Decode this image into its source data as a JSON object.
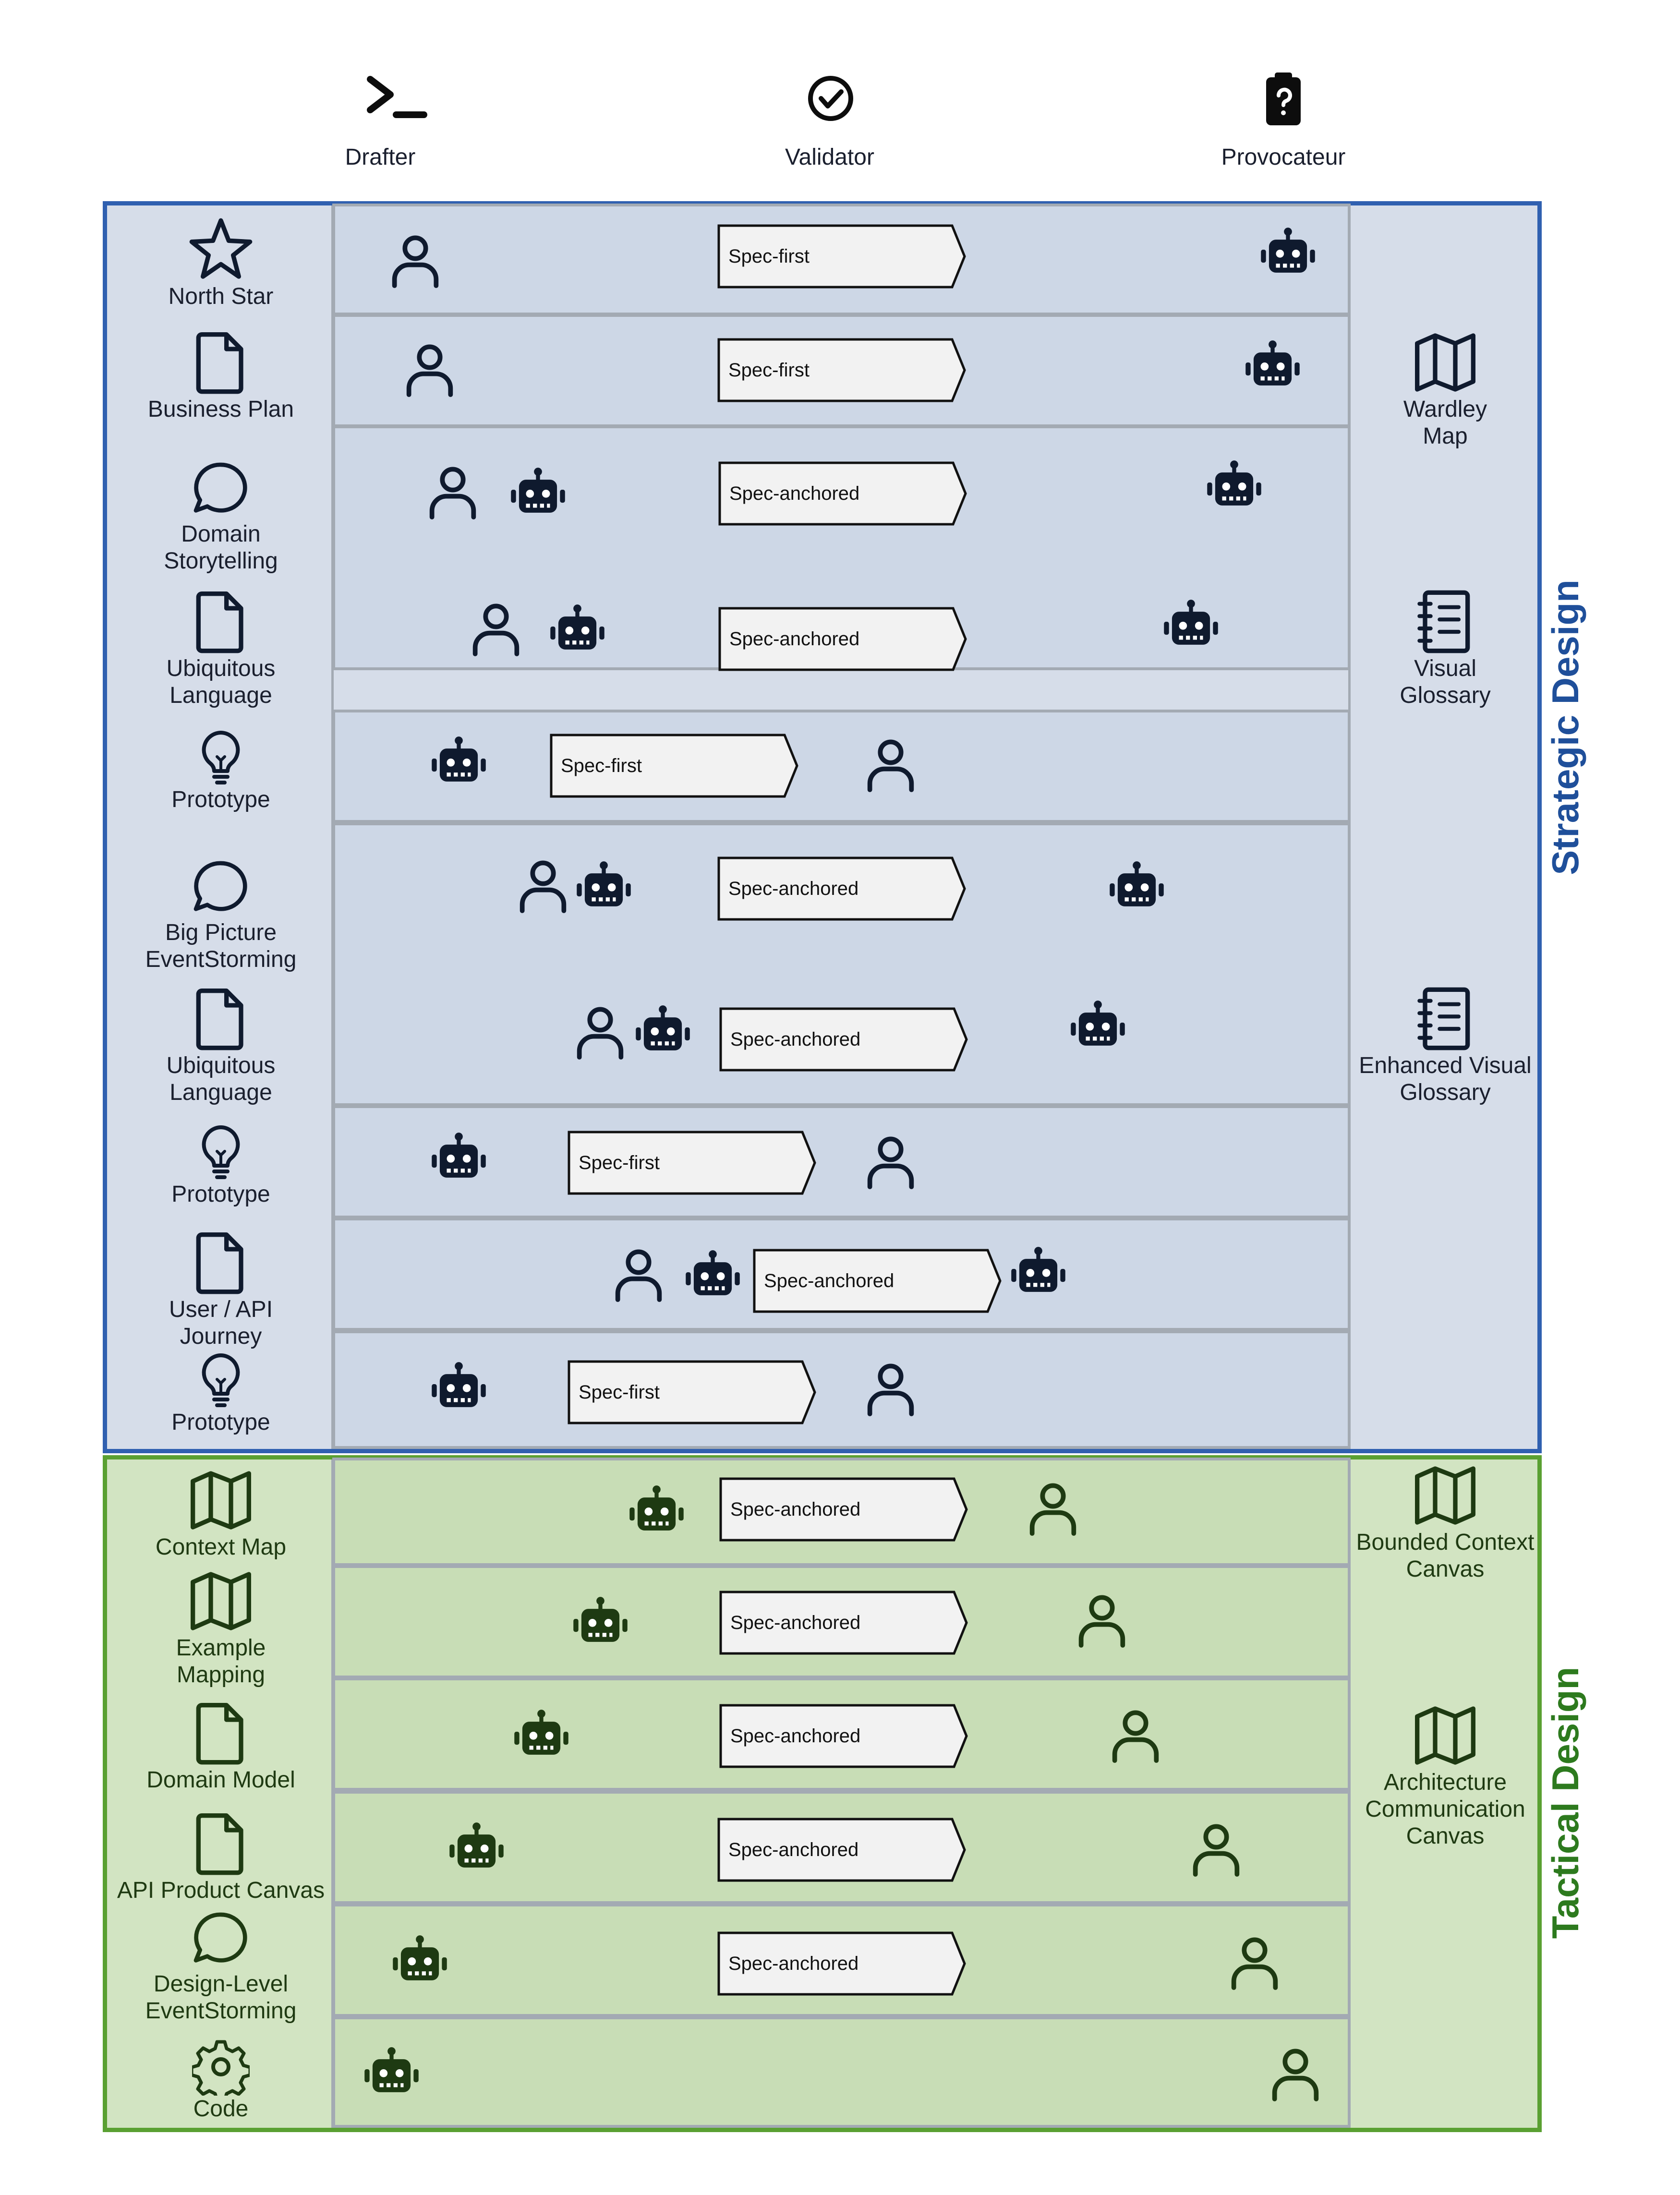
{
  "roles": [
    {
      "label": "Drafter",
      "icon": "terminal-icon"
    },
    {
      "label": "Validator",
      "icon": "check-circle-icon"
    },
    {
      "label": "Provocateur",
      "icon": "clipboard-question-icon"
    }
  ],
  "sections": {
    "strategic": {
      "title": "Strategic Design",
      "color": "#1f4f9a"
    },
    "tactical": {
      "title": "Tactical Design",
      "color": "#2d7a1e"
    }
  },
  "strategic_left": [
    {
      "label": "North Star",
      "icon": "star-icon"
    },
    {
      "label": "Business Plan",
      "icon": "document-icon"
    },
    {
      "label": "Domain Storytelling",
      "icon": "speech-bubble-icon"
    },
    {
      "label": "Ubiquitous Language",
      "icon": "document-icon"
    },
    {
      "label": "Prototype",
      "icon": "lightbulb-icon"
    },
    {
      "label": "Big Picture EventStorming",
      "icon": "speech-bubble-icon"
    },
    {
      "label": "Ubiquitous Language",
      "icon": "document-icon"
    },
    {
      "label": "Prototype",
      "icon": "lightbulb-icon"
    },
    {
      "label": "User / API Journey",
      "icon": "document-icon"
    },
    {
      "label": "Prototype",
      "icon": "lightbulb-icon"
    }
  ],
  "strategic_right": [
    {
      "label": "Wardley Map",
      "icon": "map-icon"
    },
    {
      "label": "Visual Glossary",
      "icon": "notebook-icon"
    },
    {
      "label": "Enhanced Visual Glossary",
      "icon": "notebook-icon"
    }
  ],
  "strategic_rows": [
    {
      "mode": "Spec-first"
    },
    {
      "mode": "Spec-first"
    },
    {
      "mode": "Spec-anchored"
    },
    {
      "mode": "Spec-anchored"
    },
    {
      "mode": "Spec-first"
    },
    {
      "mode": "Spec-anchored"
    },
    {
      "mode": "Spec-anchored"
    },
    {
      "mode": "Spec-first"
    },
    {
      "mode": "Spec-anchored"
    },
    {
      "mode": "Spec-first"
    }
  ],
  "tactical_left": [
    {
      "label": "Context Map",
      "icon": "map-icon"
    },
    {
      "label": "Example Mapping",
      "icon": "map-icon"
    },
    {
      "label": "Domain Model",
      "icon": "document-icon"
    },
    {
      "label": "API Product Canvas",
      "icon": "document-icon"
    },
    {
      "label": "Design-Level EventStorming",
      "icon": "speech-bubble-icon"
    },
    {
      "label": "Code",
      "icon": "gear-icon"
    }
  ],
  "tactical_right": [
    {
      "label": "Bounded Context Canvas",
      "icon": "map-icon"
    },
    {
      "label": "Architecture Communication Canvas",
      "icon": "map-icon"
    }
  ],
  "tactical_rows": [
    {
      "mode": "Spec-anchored"
    },
    {
      "mode": "Spec-anchored"
    },
    {
      "mode": "Spec-anchored"
    },
    {
      "mode": "Spec-anchored"
    },
    {
      "mode": "Spec-anchored"
    },
    {
      "mode": ""
    }
  ],
  "colors": {
    "strategic_icon": "#0f1a2e",
    "tactical_icon": "#1e3a12",
    "strategic_border": "#3060b0",
    "tactical_border": "#5aa032"
  }
}
